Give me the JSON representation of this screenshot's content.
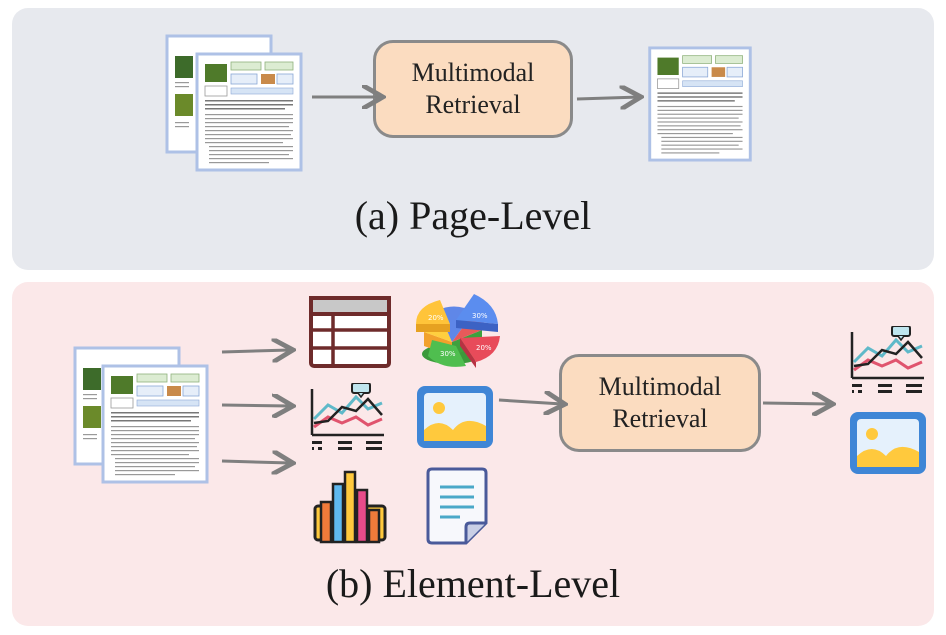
{
  "panel_a": {
    "retrieval_line1": "Multimodal",
    "retrieval_line2": "Retrieval",
    "caption": "(a) Page-Level"
  },
  "panel_b": {
    "retrieval_line1": "Multimodal",
    "retrieval_line2": "Retrieval",
    "caption": "(b) Element-Level"
  },
  "pie_labels": [
    "30%",
    "20%",
    "20%",
    "30%"
  ],
  "icons": {
    "input_documents": "document-pages-icon",
    "output_document": "document-page-icon",
    "table": "table-icon",
    "pie": "pie-chart-icon",
    "line_chart": "line-chart-icon",
    "image": "image-icon",
    "bar_chart": "bar-chart-icon",
    "text": "text-document-icon"
  },
  "colors": {
    "panel_a_bg": "#e7e9ee",
    "panel_b_bg": "#fbe8e9",
    "retrieval_box": "#fbdcc0",
    "arrow": "#7f7f7f"
  }
}
